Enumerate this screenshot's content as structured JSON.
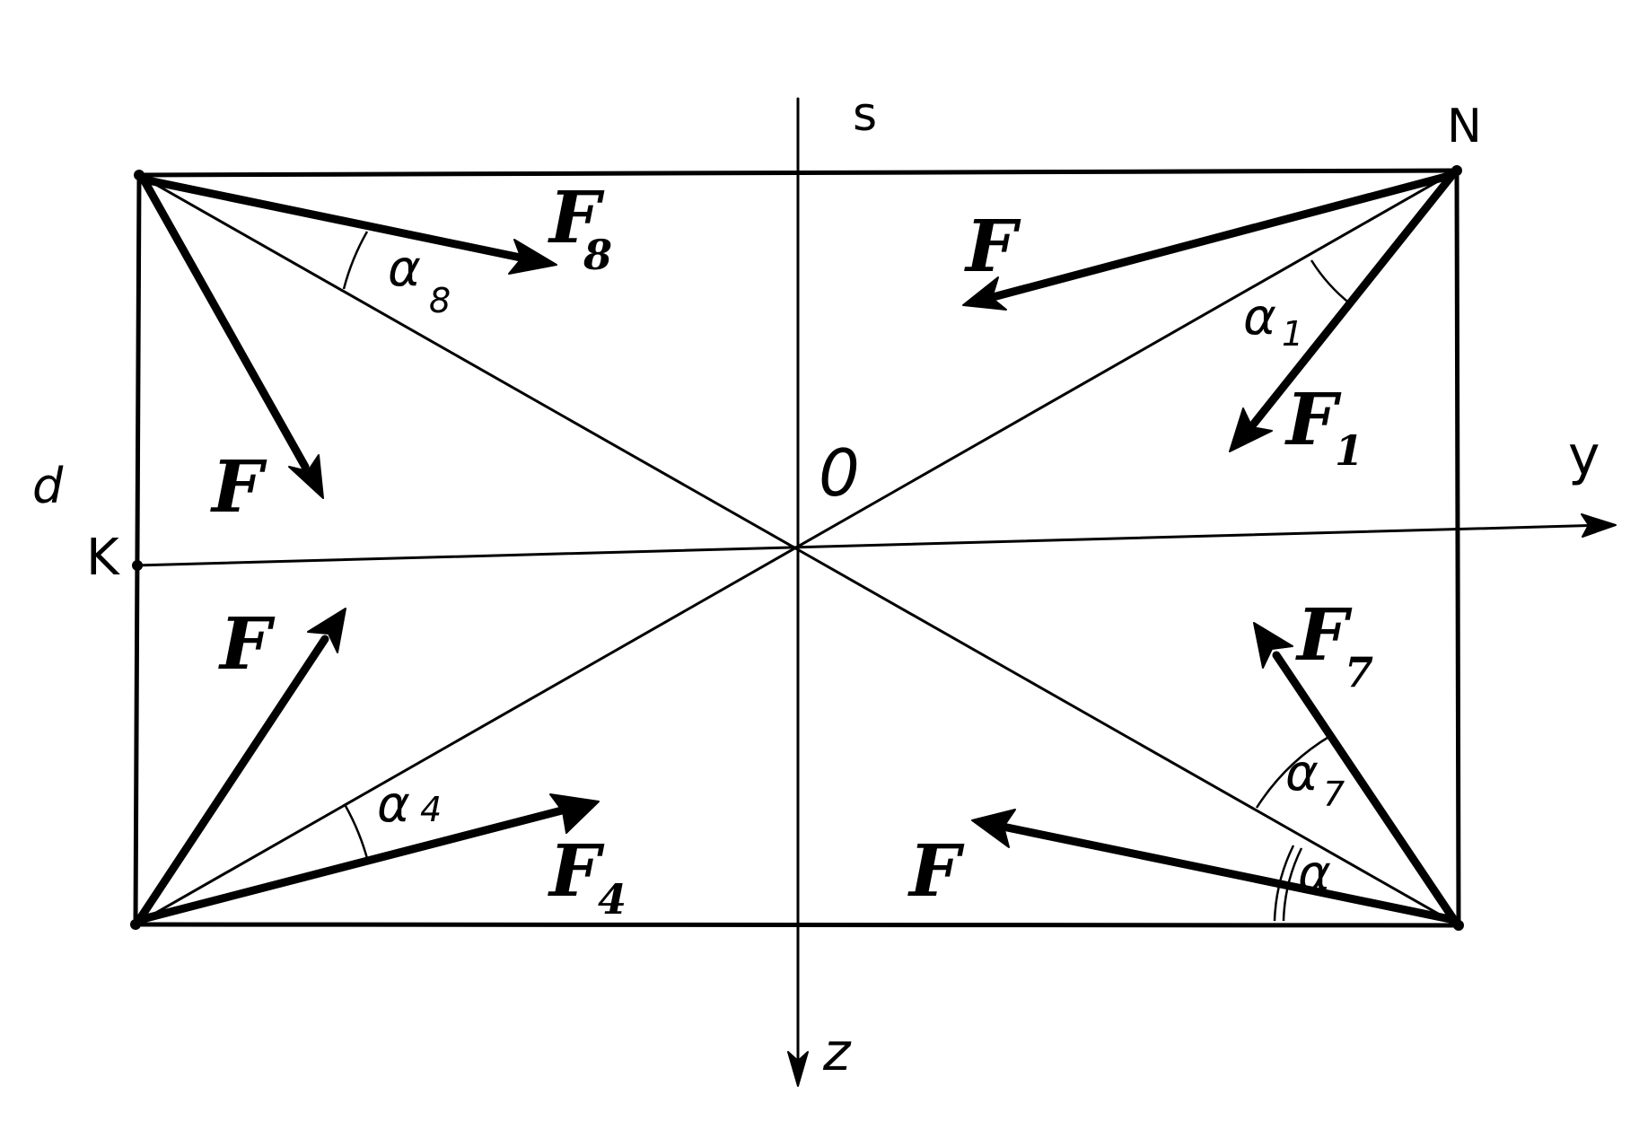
{
  "labels": {
    "s": "s",
    "n": "N",
    "o": "0",
    "y": "y",
    "d": "d",
    "k": "K",
    "z": "z"
  },
  "forces": {
    "f": "F",
    "f1": "F",
    "f1_sub": "1",
    "f4": "F",
    "f4_sub": "4",
    "f7": "F",
    "f7_sub": "7",
    "f8": "F",
    "f8_sub": "8"
  },
  "angles": {
    "alpha": "α",
    "a1": "α",
    "a1_sub": "1",
    "a4": "α",
    "a4_sub": "4",
    "a7": "α",
    "a7_sub": "7",
    "a8": "α",
    "a8_sub": "8"
  }
}
